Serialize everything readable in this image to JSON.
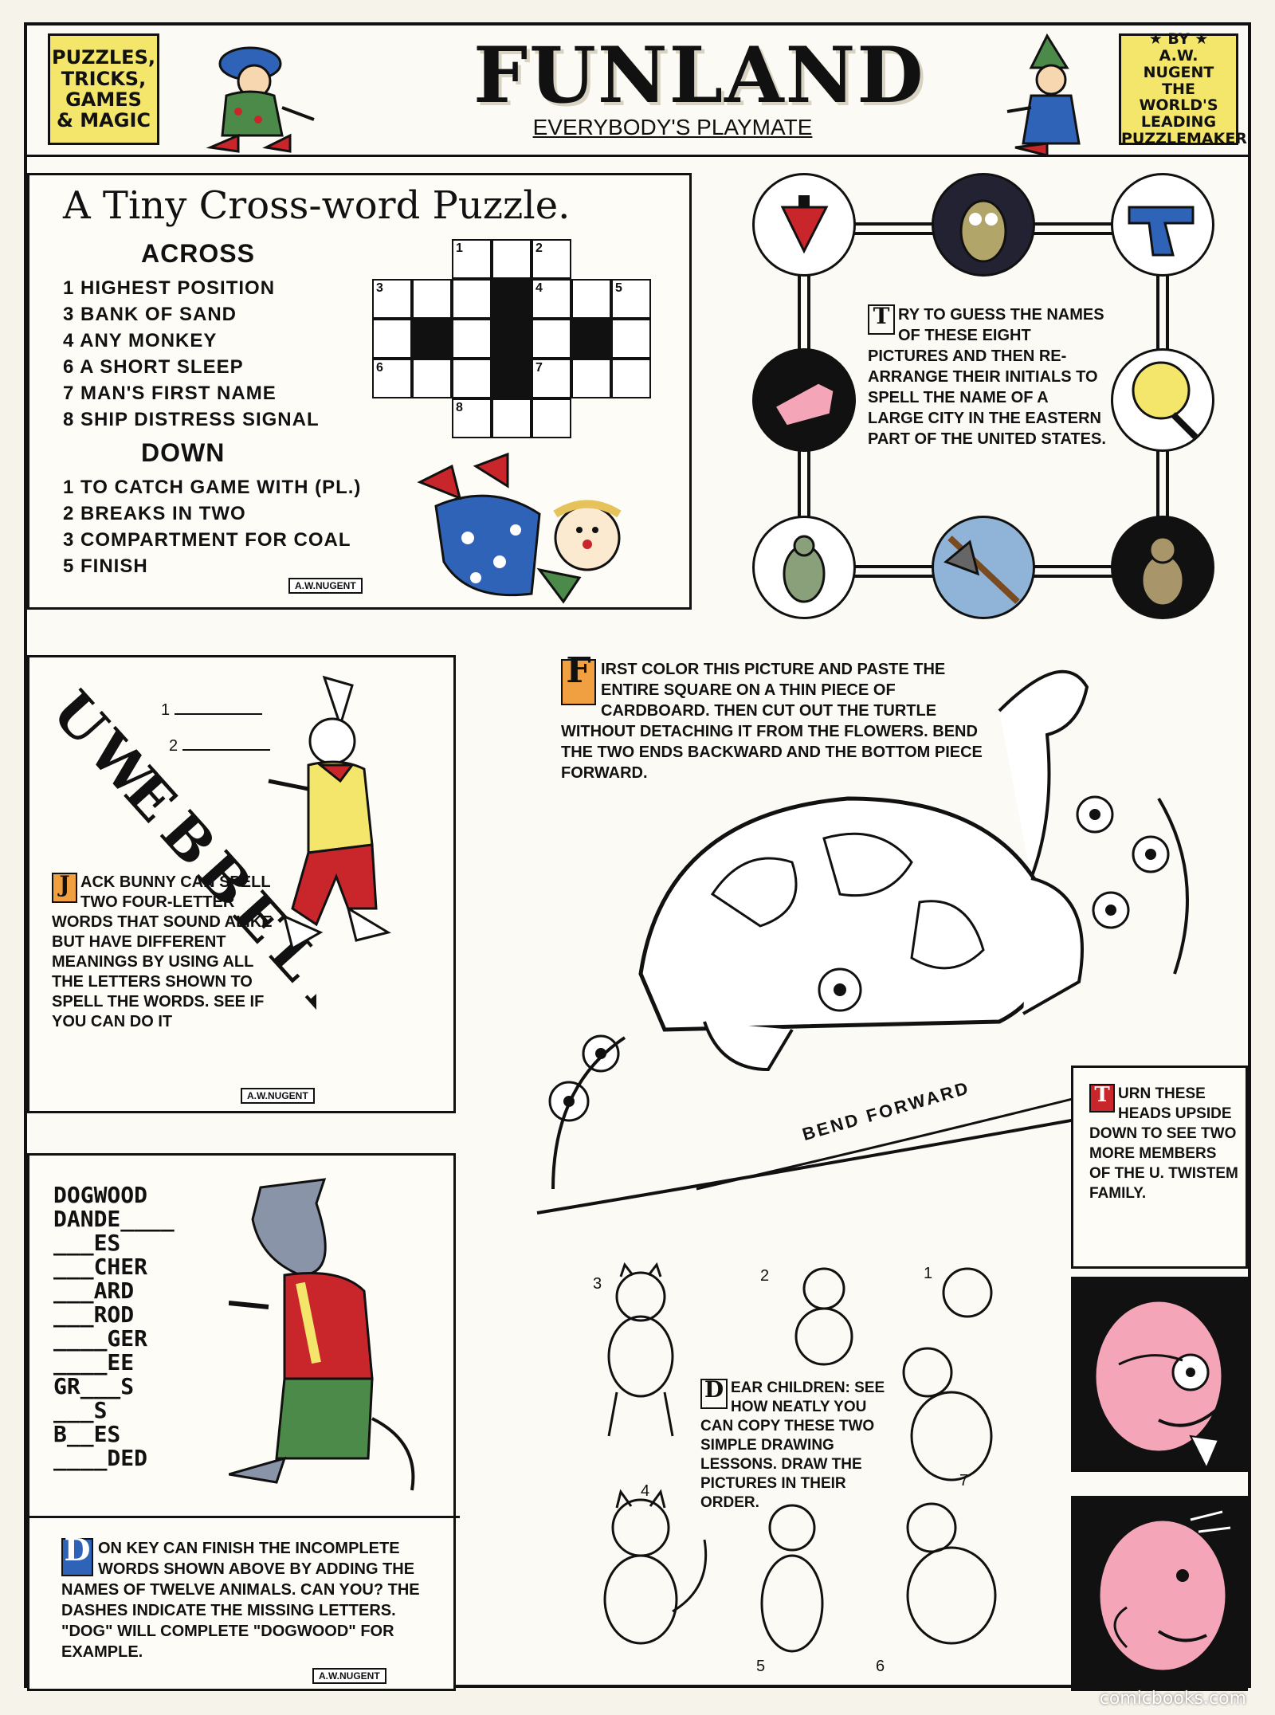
{
  "header": {
    "title": "FUNLAND",
    "subtitle": "EVERYBODY'S PLAYMATE",
    "left_box": [
      "PUZZLES,",
      "TRICKS,",
      "GAMES",
      "& MAGIC"
    ],
    "right_box": [
      "★ BY ★",
      "A.W. NUGENT",
      "THE WORLD'S",
      "LEADING",
      "PUZZLEMAKER"
    ]
  },
  "crossword": {
    "title": "A Tiny Cross-word Puzzle.",
    "across_heading": "ACROSS",
    "across": [
      "1 HIGHEST POSITION",
      "3 BANK OF SAND",
      "4 ANY MONKEY",
      "6 A SHORT SLEEP",
      "7 MAN'S FIRST NAME",
      "8 SHIP DISTRESS SIGNAL"
    ],
    "down_heading": "DOWN",
    "down": [
      "1 TO CATCH GAME WITH (PL.)",
      "2 BREAKS IN TWO",
      "3 COMPARTMENT FOR COAL",
      "5 FINISH"
    ],
    "credit": "A.W.NUGENT",
    "numbers": [
      "1",
      "2",
      "3",
      "4",
      "5",
      "6",
      "7",
      "8"
    ]
  },
  "guess": {
    "dropcap": "T",
    "text": "RY TO GUESS THE NAMES OF THESE EIGHT PICTURES AND THEN RE-ARRANGE THEIR INITIALS TO SPELL THE NAME OF A LARGE CITY IN THE EASTERN PART OF THE UNITED STATES."
  },
  "bunny": {
    "letters": "UWEBBELL",
    "blank1": "1",
    "blank2": "2",
    "dropcap": "J",
    "text": "ACK BUNNY CAN SPELL TWO FOUR-LETTER WORDS THAT SOUND ALIKE BUT HAVE DIFFERENT MEANINGS BY USING ALL THE LETTERS SHOWN TO SPELL THE WORDS. SEE IF YOU CAN DO IT",
    "credit": "A.W.NUGENT"
  },
  "turtle": {
    "dropcap": "F",
    "text": "IRST COLOR THIS PICTURE AND PASTE THE ENTIRE SQUARE ON A THIN PIECE OF CARDBOARD. THEN CUT OUT THE TURTLE WITHOUT DETACHING IT FROM THE FLOWERS. BEND THE TWO ENDS BACKWARD AND THE BOTTOM PIECE FORWARD.",
    "bend_label": "BEND FORWARD"
  },
  "heads": {
    "dropcap": "T",
    "text": "URN THESE HEADS UPSIDE DOWN TO SEE TWO MORE MEMBERS OF THE U. TWISTEM FAMILY."
  },
  "donkey": {
    "words": [
      "DOGWOOD",
      "DANDE____",
      "___ES",
      "___CHER",
      "___ARD",
      "___ROD",
      "____GER",
      "____EE",
      "GR___S",
      "___S",
      "B__ES",
      "____DED"
    ],
    "dropcap": "D",
    "text": "ON KEY CAN FINISH THE INCOMPLETE WORDS SHOWN ABOVE BY ADDING THE NAMES OF TWELVE ANIMALS. CAN YOU? THE DASHES INDICATE THE MISSING LETTERS. \"DOG\" WILL COMPLETE \"DOGWOOD\" FOR EXAMPLE.",
    "credit": "A.W.NUGENT"
  },
  "drawing": {
    "dropcap": "D",
    "text": "EAR CHILDREN: SEE HOW NEATLY YOU CAN COPY THESE TWO SIMPLE DRAWING LESSONS. DRAW THE PICTURES IN THEIR ORDER.",
    "numbers": [
      "1",
      "2",
      "3",
      "4",
      "5",
      "6",
      "7"
    ]
  },
  "watermark": "comicbooks.com",
  "colors": {
    "yellow": "#f4e66a",
    "red": "#c8262b",
    "blue": "#2f63b8",
    "green": "#4c8a4a",
    "pink": "#f4a6b8"
  }
}
